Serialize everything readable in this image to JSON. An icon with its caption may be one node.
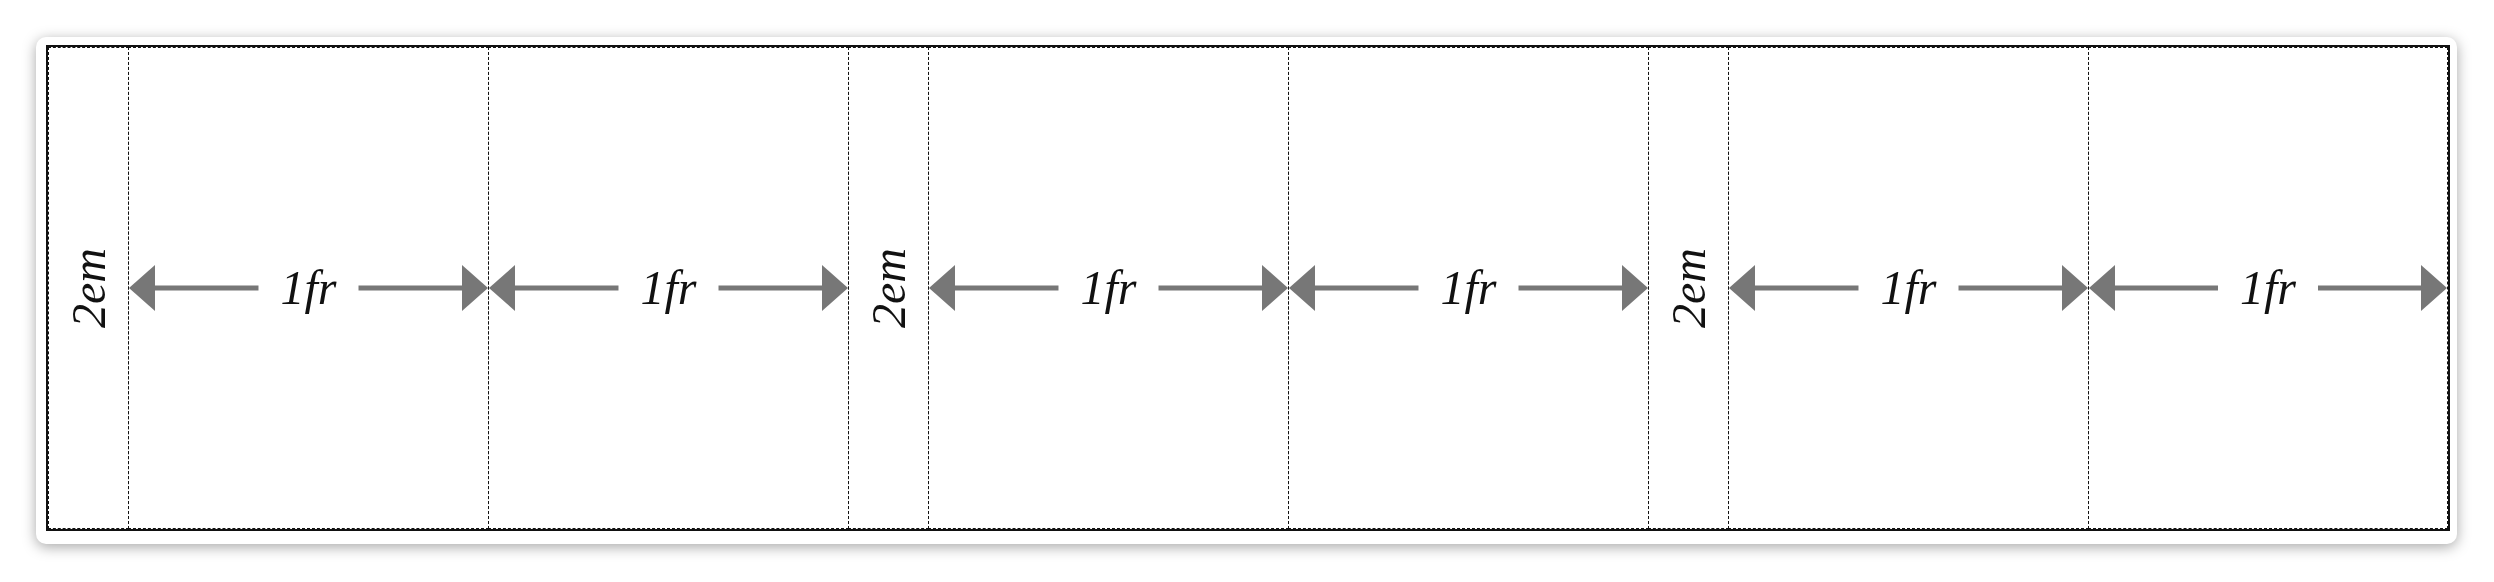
{
  "diagram": {
    "nodes": [
      {
        "text": [],
        "shape": "box"
      },
      {
        "text": [
          "2em"
        ],
        "in": 0
      },
      {
        "text": [
          "1fr"
        ],
        "in": 0
      },
      {
        "text": [
          "1fr"
        ],
        "in": 0
      },
      {
        "text": [
          "2em"
        ],
        "in": 0
      },
      {
        "text": [
          "1fr"
        ],
        "in": 0
      },
      {
        "text": [
          "1fr"
        ],
        "in": 0
      },
      {
        "text": [
          "2em"
        ],
        "in": 0
      },
      {
        "text": [
          "1fr"
        ],
        "in": 0
      },
      {
        "text": [
          "1fr"
        ],
        "in": 0
      }
    ]
  }
}
